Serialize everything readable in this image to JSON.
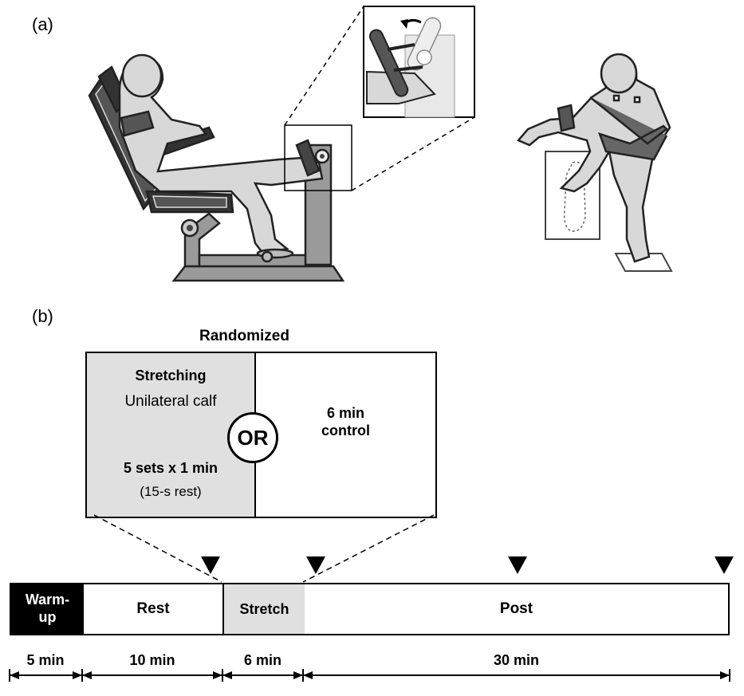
{
  "panels": {
    "a_label": "(a)",
    "b_label": "(b)"
  },
  "protocol": {
    "randomized_label": "Randomized",
    "stretch_option": {
      "title": "Stretching",
      "subtitle": "Unilateral calf",
      "sets": "5 sets x 1 min",
      "rest": "(15-s rest)"
    },
    "or_label": "OR",
    "control_option": {
      "line1": "6 min",
      "line2": "control"
    }
  },
  "timeline": {
    "segments": [
      {
        "label_line1": "Warm-",
        "label_line2": "up",
        "duration": "5 min"
      },
      {
        "label": "Rest",
        "duration": "10 min"
      },
      {
        "label": "Stretch",
        "duration": "6 min"
      },
      {
        "label": "Post",
        "duration": "30 min"
      }
    ],
    "colors": {
      "warmup": "#000000",
      "stretch": "#e0e0e0",
      "default": "#ffffff"
    }
  }
}
